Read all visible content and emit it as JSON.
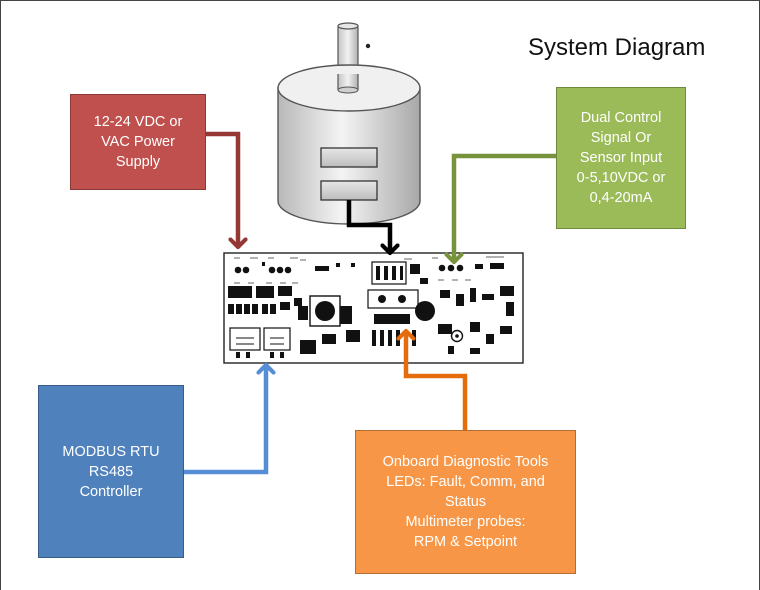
{
  "title": "System Diagram",
  "nodes": {
    "power_supply": {
      "lines": [
        "12-24 VDC or",
        "VAC Power",
        "Supply"
      ],
      "color": "#c0504d"
    },
    "control_input": {
      "lines": [
        "Dual Control",
        "Signal Or",
        "Sensor Input",
        "0-5,10VDC or",
        "0,4-20mA"
      ],
      "color": "#9bbb59"
    },
    "modbus": {
      "lines": [
        "MODBUS RTU",
        "RS485",
        "Controller"
      ],
      "color": "#4f81bd"
    },
    "diagnostics": {
      "lines": [
        "Onboard Diagnostic Tools",
        "LEDs: Fault, Comm, and",
        "Status",
        "Multimeter probes:",
        "RPM & Setpoint"
      ],
      "color": "#f79646"
    }
  },
  "connectors": {
    "power_arrow": "#953735",
    "control_arrow": "#77933c",
    "modbus_arrow": "#558ed5",
    "diagnostics_arrow": "#e46c0a",
    "motor_arrow": "#000000"
  },
  "icons": [
    "motor-icon",
    "circuit-board-icon"
  ]
}
